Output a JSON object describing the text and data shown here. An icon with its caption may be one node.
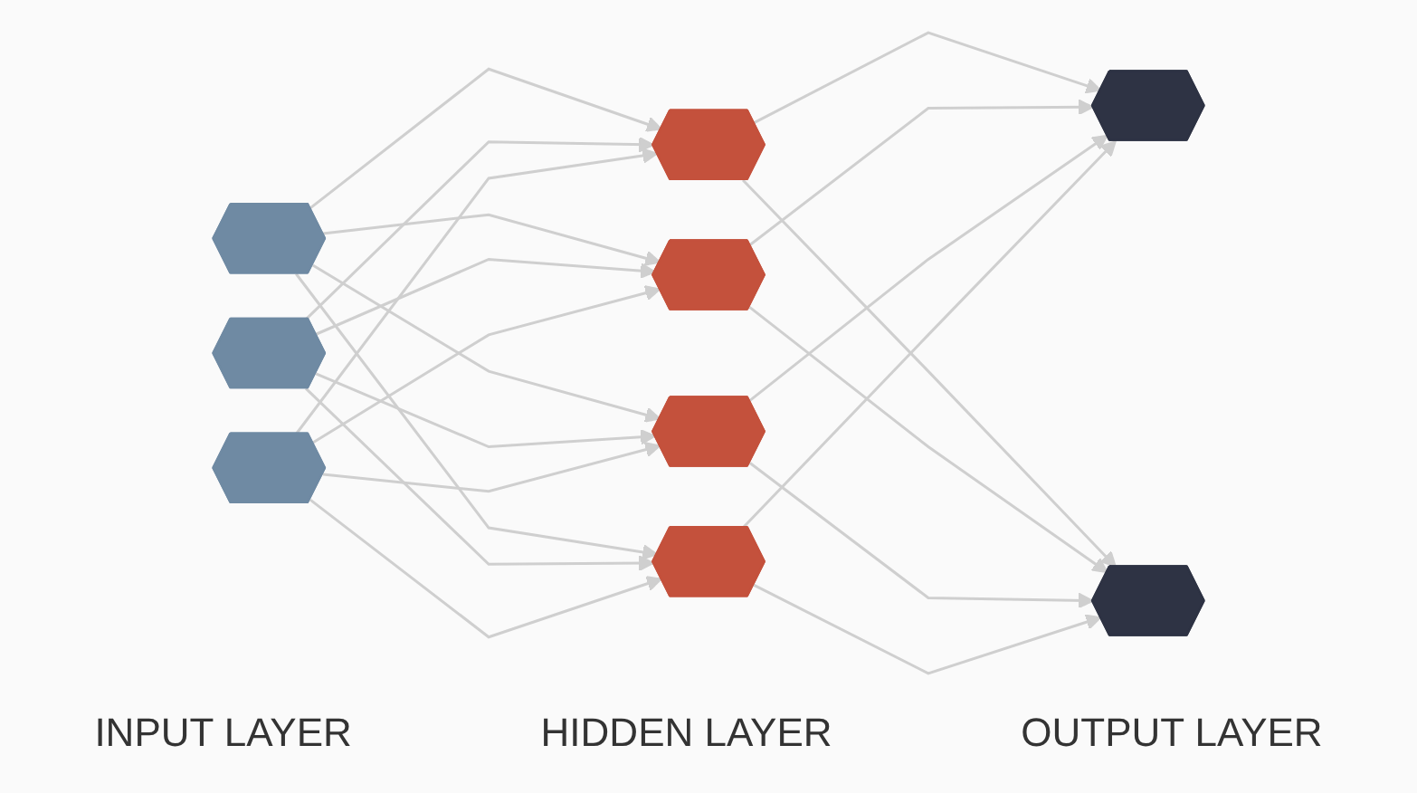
{
  "diagram": {
    "nodes": [
      {
        "text": [],
        "shape": "hexagon"
      },
      {
        "text": [],
        "shape": "hexagon"
      },
      {
        "text": [],
        "shape": "hexagon"
      },
      {
        "text": [],
        "shape": "hexagon"
      },
      {
        "text": [],
        "shape": "hexagon"
      },
      {
        "text": [],
        "shape": "hexagon"
      },
      {
        "text": [],
        "shape": "hexagon"
      },
      {
        "text": [],
        "shape": "hexagon"
      },
      {
        "text": [],
        "shape": "hexagon"
      }
    ],
    "edges": [
      {
        "from": 0,
        "to": 3,
        "arrow": "to"
      },
      {
        "from": 0,
        "to": 4,
        "arrow": "to"
      },
      {
        "from": 0,
        "to": 5,
        "arrow": "to"
      },
      {
        "from": 0,
        "to": 6,
        "arrow": "to"
      },
      {
        "from": 1,
        "to": 3,
        "arrow": "to"
      },
      {
        "from": 1,
        "to": 4,
        "arrow": "to"
      },
      {
        "from": 1,
        "to": 5,
        "arrow": "to"
      },
      {
        "from": 1,
        "to": 6,
        "arrow": "to"
      },
      {
        "from": 2,
        "to": 3,
        "arrow": "to"
      },
      {
        "from": 2,
        "to": 4,
        "arrow": "to"
      },
      {
        "from": 2,
        "to": 5,
        "arrow": "to"
      },
      {
        "from": 2,
        "to": 6,
        "arrow": "to"
      },
      {
        "from": 3,
        "to": 7,
        "arrow": "to"
      },
      {
        "from": 3,
        "to": 8,
        "arrow": "to"
      },
      {
        "from": 4,
        "to": 7,
        "arrow": "to"
      },
      {
        "from": 4,
        "to": 8,
        "arrow": "to"
      },
      {
        "from": 5,
        "to": 7,
        "arrow": "to"
      },
      {
        "from": 5,
        "to": 8,
        "arrow": "to"
      },
      {
        "from": 6,
        "to": 7,
        "arrow": "to"
      },
      {
        "from": 6,
        "to": 8,
        "arrow": "to"
      }
    ],
    "labels": [
      "INPUT LAYER",
      "HIDDEN LAYER",
      "OUTPUT LAYER"
    ]
  }
}
